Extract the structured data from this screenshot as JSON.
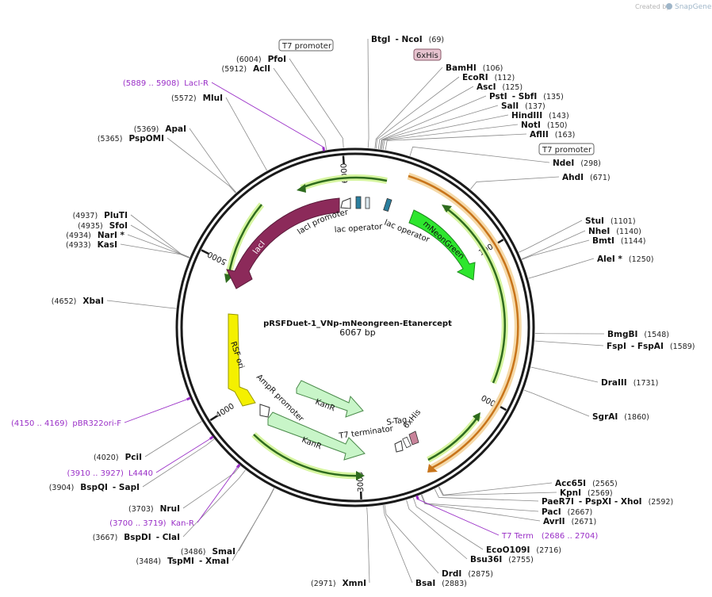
{
  "header": {
    "credit": "Created by",
    "brand": "SnapGene"
  },
  "plasmid": {
    "name": "pRSFDuet-1_VNp-mNeongreen-Etanercept",
    "size_label": "6067 bp",
    "length": 6067
  },
  "colors": {
    "backbone": "#1a1a1a",
    "lacI": "#8c2a5a",
    "mNeonGreen": "#2ee62e",
    "rsf_ori": "#f4f000",
    "kanr": "#c8f5c8",
    "orf_arrow": "#2e6b1e",
    "orf_glow": "#d6f5a0",
    "orange_arc": "#e8a24a",
    "primer": "#9a2fc7",
    "lac_operator": "#2a7e9e",
    "his_tag": "#c8839a"
  },
  "ticks": [
    {
      "label": "1000",
      "pos": 1000
    },
    {
      "label": "2000",
      "pos": 2000
    },
    {
      "label": "3000",
      "pos": 3000
    },
    {
      "label": "4000",
      "pos": 4000
    },
    {
      "label": "5000",
      "pos": 5000
    },
    {
      "label": "6000",
      "pos": 6000
    }
  ],
  "sites_right": [
    {
      "name": "BtgI",
      "sep": "- NcoI",
      "pos": "(69)",
      "at": 69
    },
    {
      "name": "BamHI",
      "sep": "",
      "pos": "(106)",
      "at": 106
    },
    {
      "name": "EcoRI",
      "sep": "",
      "pos": "(112)",
      "at": 112
    },
    {
      "name": "AscI",
      "sep": "",
      "pos": "(125)",
      "at": 125
    },
    {
      "name": "PstI",
      "sep": "- SbfI",
      "pos": "(135)",
      "at": 135
    },
    {
      "name": "SalI",
      "sep": "",
      "pos": "(137)",
      "at": 137
    },
    {
      "name": "HindIII",
      "sep": "",
      "pos": "(143)",
      "at": 143
    },
    {
      "name": "NotI",
      "sep": "",
      "pos": "(150)",
      "at": 150
    },
    {
      "name": "AflII",
      "sep": "",
      "pos": "(163)",
      "at": 163
    },
    {
      "name": "NdeI",
      "sep": "",
      "pos": "(298)",
      "at": 298
    },
    {
      "name": "AhdI",
      "sep": "",
      "pos": "(671)",
      "at": 671
    },
    {
      "name": "StuI",
      "sep": "",
      "pos": "(1101)",
      "at": 1101
    },
    {
      "name": "NheI",
      "sep": "",
      "pos": "(1140)",
      "at": 1140
    },
    {
      "name": "BmtI",
      "sep": "",
      "pos": "(1144)",
      "at": 1144
    },
    {
      "name": "AleI *",
      "sep": "",
      "pos": "(1250)",
      "at": 1250
    },
    {
      "name": "BmgBI",
      "sep": "",
      "pos": "(1548)",
      "at": 1548
    },
    {
      "name": "FspI",
      "sep": "- FspAI",
      "pos": "(1589)",
      "at": 1589
    },
    {
      "name": "DraIII",
      "sep": "",
      "pos": "(1731)",
      "at": 1731
    },
    {
      "name": "SgrAI",
      "sep": "",
      "pos": "(1860)",
      "at": 1860
    },
    {
      "name": "Acc65I",
      "sep": "",
      "pos": "(2565)",
      "at": 2565
    },
    {
      "name": "KpnI",
      "sep": "",
      "pos": "(2569)",
      "at": 2569
    },
    {
      "name": "PaeR7I",
      "sep": "- PspXI - XhoI",
      "pos": "(2592)",
      "at": 2592
    },
    {
      "name": "PacI",
      "sep": "",
      "pos": "(2667)",
      "at": 2667
    },
    {
      "name": "AvrII",
      "sep": "",
      "pos": "(2671)",
      "at": 2671
    },
    {
      "name": "EcoO109I",
      "sep": "",
      "pos": "(2716)",
      "at": 2716
    },
    {
      "name": "Bsu36I",
      "sep": "",
      "pos": "(2755)",
      "at": 2755
    },
    {
      "name": "DrdI",
      "sep": "",
      "pos": "(2875)",
      "at": 2875
    },
    {
      "name": "BsaI",
      "sep": "",
      "pos": "(2883)",
      "at": 2883
    }
  ],
  "sites_left": [
    {
      "name": "PfoI",
      "pos": "(6004)",
      "sep": "",
      "at": 6004
    },
    {
      "name": "AclI",
      "pos": "(5912)",
      "sep": "",
      "at": 5912
    },
    {
      "name": "MluI",
      "pos": "(5572)",
      "sep": "",
      "at": 5572
    },
    {
      "name": "ApaI",
      "pos": "(5369)",
      "sep": "",
      "at": 5369
    },
    {
      "name": "PspOMI",
      "pos": "(5365)",
      "sep": "",
      "at": 5365
    },
    {
      "name": "PluTI",
      "pos": "(4937)",
      "sep": "",
      "at": 4937
    },
    {
      "name": "SfoI",
      "pos": "(4935)",
      "sep": "",
      "at": 4935
    },
    {
      "name": "NarI *",
      "pos": "(4934)",
      "sep": "",
      "at": 4934
    },
    {
      "name": "KasI",
      "pos": "(4933)",
      "sep": "",
      "at": 4933
    },
    {
      "name": "XbaI",
      "pos": "(4652)",
      "sep": "",
      "at": 4652
    },
    {
      "name": "PciI",
      "pos": "(4020)",
      "sep": "",
      "at": 4020
    },
    {
      "name": "BspQI",
      "pos": "(3904)",
      "sep": "- SapI",
      "at": 3904
    },
    {
      "name": "NruI",
      "pos": "(3703)",
      "sep": "",
      "at": 3703
    },
    {
      "name": "BspDI",
      "pos": "(3667)",
      "sep": "- ClaI",
      "at": 3667
    },
    {
      "name": "SmaI",
      "pos": "(3486)",
      "sep": "",
      "at": 3486
    },
    {
      "name": "TspMI",
      "pos": "(3484)",
      "sep": "- XmaI",
      "at": 3484
    },
    {
      "name": "XmnI",
      "pos": "(2971)",
      "sep": "",
      "at": 2971
    }
  ],
  "primers": [
    {
      "range": "(5889 .. 5908)",
      "name": "LacI-R",
      "side": "left",
      "at": 5898
    },
    {
      "range": "(4150 .. 4169)",
      "name": "pBR322ori-F",
      "side": "left",
      "at": 4160
    },
    {
      "range": "(3910 .. 3927)",
      "name": "L4440",
      "side": "left",
      "at": 3918
    },
    {
      "range": "(3700 .. 3719)",
      "name": "Kan-R",
      "side": "left",
      "at": 3710
    },
    {
      "range": "(2686 .. 2704)",
      "name": "T7 Term",
      "side": "right",
      "at": 2695
    }
  ],
  "boxed_labels": {
    "t7_promoter_top": "T7 promoter",
    "six_his_top": "6xHis",
    "t7_promoter_right": "T7 promoter"
  },
  "features": {
    "lacI": "lacI",
    "lacI_promoter": "lacI promoter",
    "lac_operator_1": "lac operator",
    "lac_operator_2": "lac operator",
    "mNeonGreen": "mNeonGreen",
    "rsf_ori": "RSF ori",
    "ampr_promoter": "AmpR promoter",
    "kanr_1": "KanR",
    "kanr_2": "KanR",
    "t7_terminator": "T7 terminator",
    "s_tag": "S-Tag",
    "six_his_inner": "6xHis"
  }
}
